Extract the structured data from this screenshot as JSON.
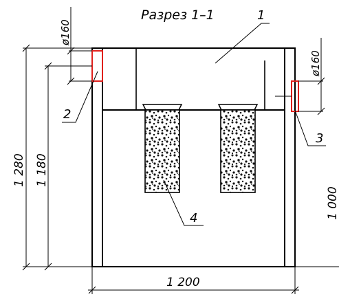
{
  "drawing": {
    "title": "Разрез 1–1",
    "callouts": {
      "c1": "1",
      "c2": "2",
      "c3": "3",
      "c4": "4"
    },
    "dimensions": {
      "pipe_inlet": "ø160",
      "pipe_outlet": "ø160",
      "height_total": "1 280",
      "height_inner": "1 180",
      "height_right": "1 000",
      "width": "1 200"
    },
    "colors": {
      "line": "#000000",
      "highlight": "#e0201c",
      "fill": "#111111"
    }
  }
}
